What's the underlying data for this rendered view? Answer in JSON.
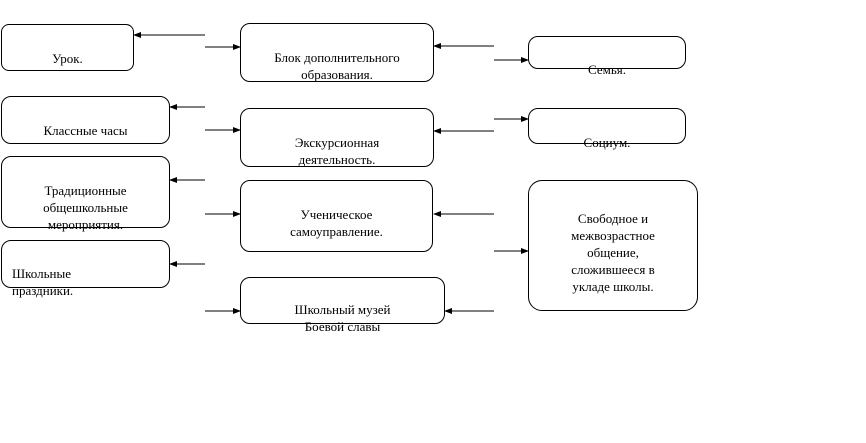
{
  "left": {
    "lesson": "Урок.",
    "class_hours": "Классные часы",
    "traditions": "Традиционные\nобщешкольные\nмероприятия.",
    "holidays": "Школьные\nпраздники."
  },
  "center": {
    "additional_education": "Блок дополнительного\nобразования.",
    "excursions": "Экскурсионная\nдеятельность.",
    "self_government": "Ученическое\nсамоуправление.",
    "museum": "Школьный музей\nБоевой славы"
  },
  "right": {
    "family": "Семья.",
    "society": "Социум.",
    "free_communication": "Свободное и\nмежвозрастное\nобщение,\nсложившееся в\nукладе школы."
  }
}
